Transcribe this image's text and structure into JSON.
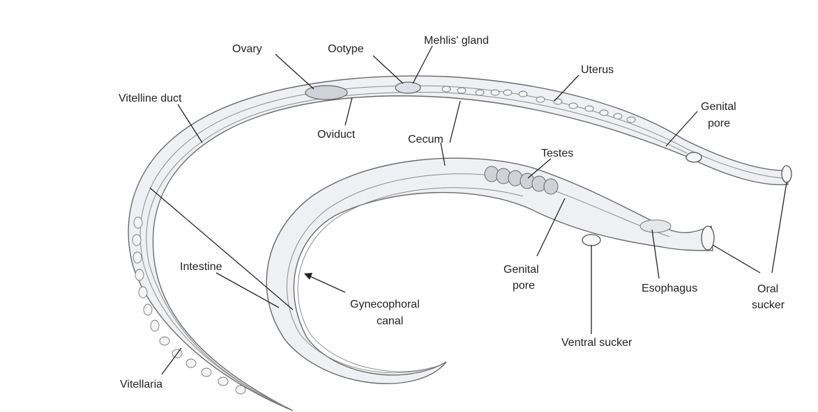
{
  "colors": {
    "background": "#ffffff",
    "body_fill": "#eef0f3",
    "outline": "#6a6a6a",
    "organ_fill": "#cfd3d9",
    "label": "#222222"
  },
  "labels": {
    "ovary": "Ovary",
    "ootype": "Ootype",
    "mehlis_gland": "Mehlis' gland",
    "uterus": "Uterus",
    "vitelline_duct": "Vitelline duct",
    "oviduct": "Oviduct",
    "cecum": "Cecum",
    "genital_pore_female_1": "Genital",
    "genital_pore_female_2": "pore",
    "testes": "Testes",
    "intestine": "Intestine",
    "genital_pore_male_1": "Genital",
    "genital_pore_male_2": "pore",
    "esophagus": "Esophagus",
    "oral_sucker_1": "Oral",
    "oral_sucker_2": "sucker",
    "gynecophoral_canal_1": "Gynecophoral",
    "gynecophoral_canal_2": "canal",
    "ventral_sucker": "Ventral sucker",
    "vitellaria": "Vitellaria"
  }
}
